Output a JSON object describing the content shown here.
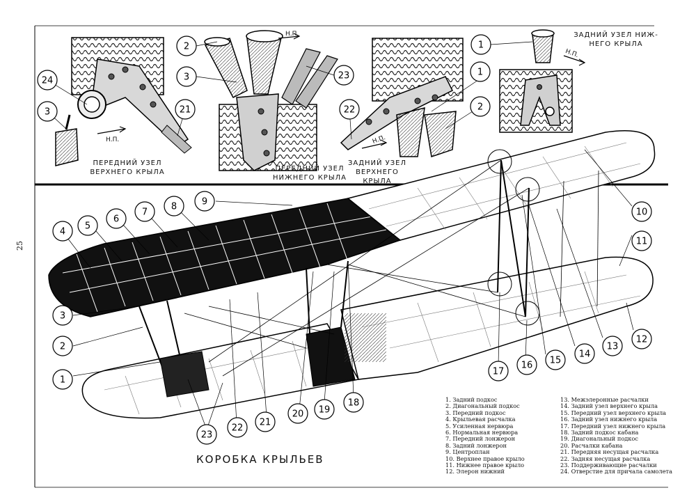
{
  "page_number": "25",
  "diagram_title": "КОРОБКА КРЫЛЬЕВ",
  "captions": {
    "front_upper": [
      "ПЕРЕДНИЙ УЗЕЛ",
      "ВЕРХНЕГО КРЫЛА"
    ],
    "front_lower": [
      "ПЕРЕДНИЙ УЗЕЛ",
      "НИЖНЕГО КРЫЛА"
    ],
    "rear_upper": [
      "ЗАДНИЙ УЗЕЛ",
      "ВЕРХНЕГО",
      "КРЫЛА"
    ],
    "rear_lower": [
      "ЗАДНИЙ УЗЕЛ НИЖ-",
      "НЕГО КРЫЛА"
    ]
  },
  "direction_label": "Н.П.",
  "callouts": [
    "1",
    "2",
    "3",
    "4",
    "5",
    "6",
    "7",
    "8",
    "9",
    "10",
    "11",
    "12",
    "13",
    "14",
    "15",
    "16",
    "17",
    "18",
    "19",
    "20",
    "21",
    "22",
    "23",
    "24"
  ],
  "legend": [
    "1. Задний подкос",
    "2. Диагональный подкос",
    "3. Передний подкос",
    "4. Крыльевая расчалка",
    "5. Усиленная нервюра",
    "6. Нормальная нервюра",
    "7. Передний лонжерон",
    "8. Задний лонжерон",
    "9. Центроплан",
    "10. Верхнее правое крыло",
    "11. Нижнее правое крыло",
    "12. Элерон нижний",
    "13. Межэлеронные расчалки",
    "14. Задний узел верхнего крыла",
    "15. Передний узел верхнего крыла",
    "16. Задний узел нижнего крыла",
    "17. Передний узел нижнего крыла",
    "18. Задний подкос кабана",
    "19. Диагональный подкос",
    "20. Расчалки кабана",
    "21. Передняя несущая расчалка",
    "22. Задняя несущая расчалка",
    "23. Поддерживающие расчалки",
    "24. Отверстие для причала самолета"
  ]
}
